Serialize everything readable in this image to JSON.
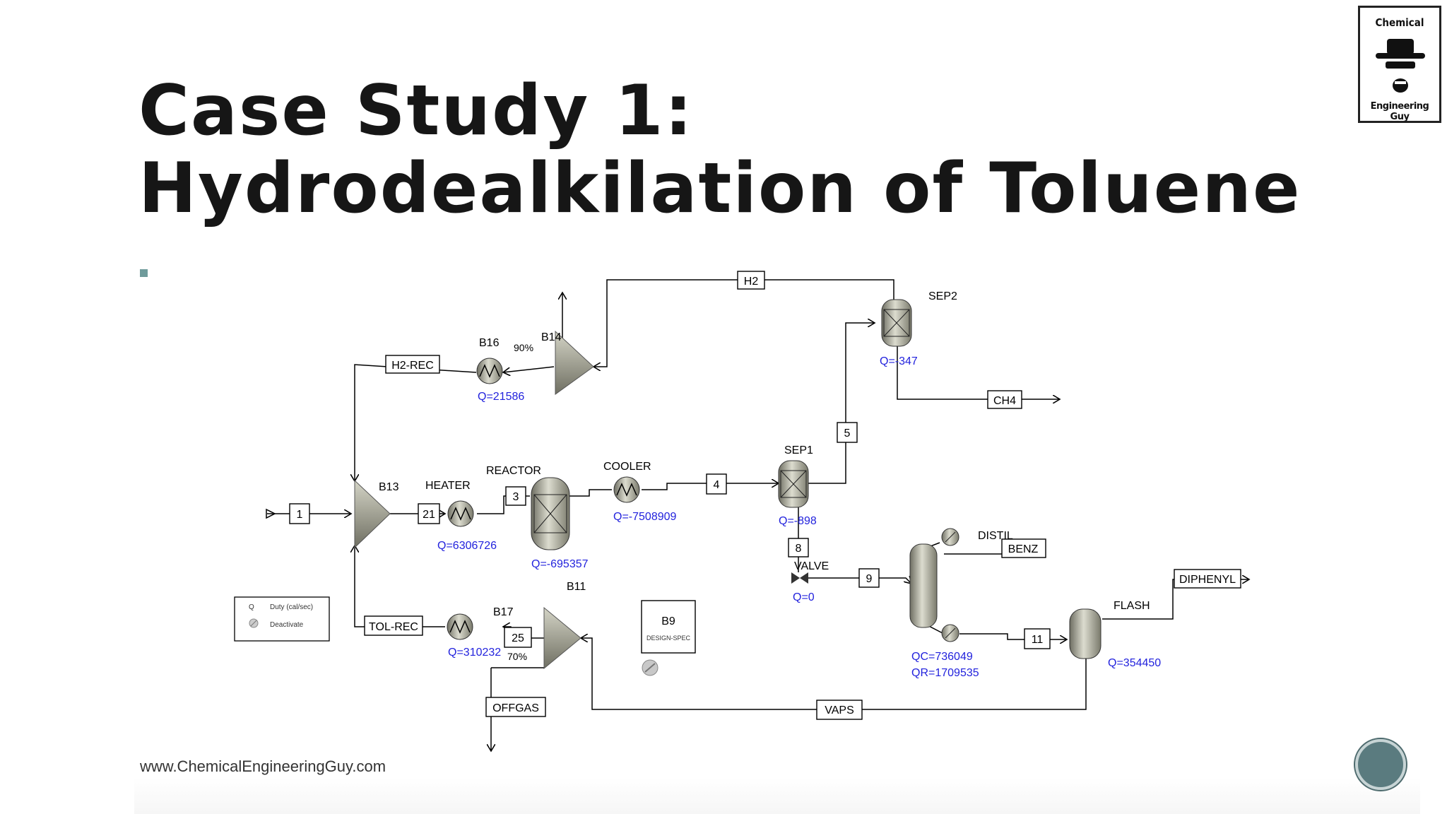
{
  "slide": {
    "title_line1": "Case Study 1:",
    "title_line2": "Hydrodealkilation of Toluene",
    "footer": "www.ChemicalEngineeringGuy.com"
  },
  "logo": {
    "top_text": "Chemical",
    "bottom_text": "Engineering Guy"
  },
  "colors": {
    "duty_text": "#2222dd",
    "equipment": "#a8a898",
    "title": "#161616",
    "accent": "#6f9b9b"
  },
  "flowsheet": {
    "streams": {
      "h2": "H2",
      "h2_rec": "H2-REC",
      "ch4": "CH4",
      "s5": "5",
      "s1": "1",
      "s21": "21",
      "s3": "3",
      "s4": "4",
      "s8": "8",
      "s9": "9",
      "benz": "BENZ",
      "diphenyl": "DIPHENYL",
      "tol_rec": "TOL-REC",
      "s25": "25",
      "s11": "11",
      "offgas": "OFFGAS",
      "vaps": "VAPS"
    },
    "blocks": {
      "sep2": "SEP2",
      "b16": "B16",
      "b14": "B14",
      "split_b14": "90%",
      "b13": "B13",
      "heater": "HEATER",
      "reactor": "REACTOR",
      "cooler": "COOLER",
      "sep1": "SEP1",
      "distil": "DISTIL",
      "valve": "VALVE",
      "flash": "FLASH",
      "b11": "B11",
      "b17": "B17",
      "split_b11": "70%",
      "b9": "B9",
      "b9_sub": "DESIGN-SPEC"
    },
    "duties": {
      "sep2": "Q=-347",
      "b16": "Q=21586",
      "heater": "Q=6306726",
      "reactor": "Q=-695357",
      "cooler": "Q=-7508909",
      "sep1": "Q=-898",
      "valve": "Q=0",
      "distil_qc": "QC=736049",
      "distil_qr": "QR=1709535",
      "flash": "Q=354450",
      "b17": "Q=310232"
    },
    "legend": {
      "q_symbol": "Q",
      "q_text": "Duty (cal/sec)",
      "deactivate_text": "Deactivate"
    }
  }
}
